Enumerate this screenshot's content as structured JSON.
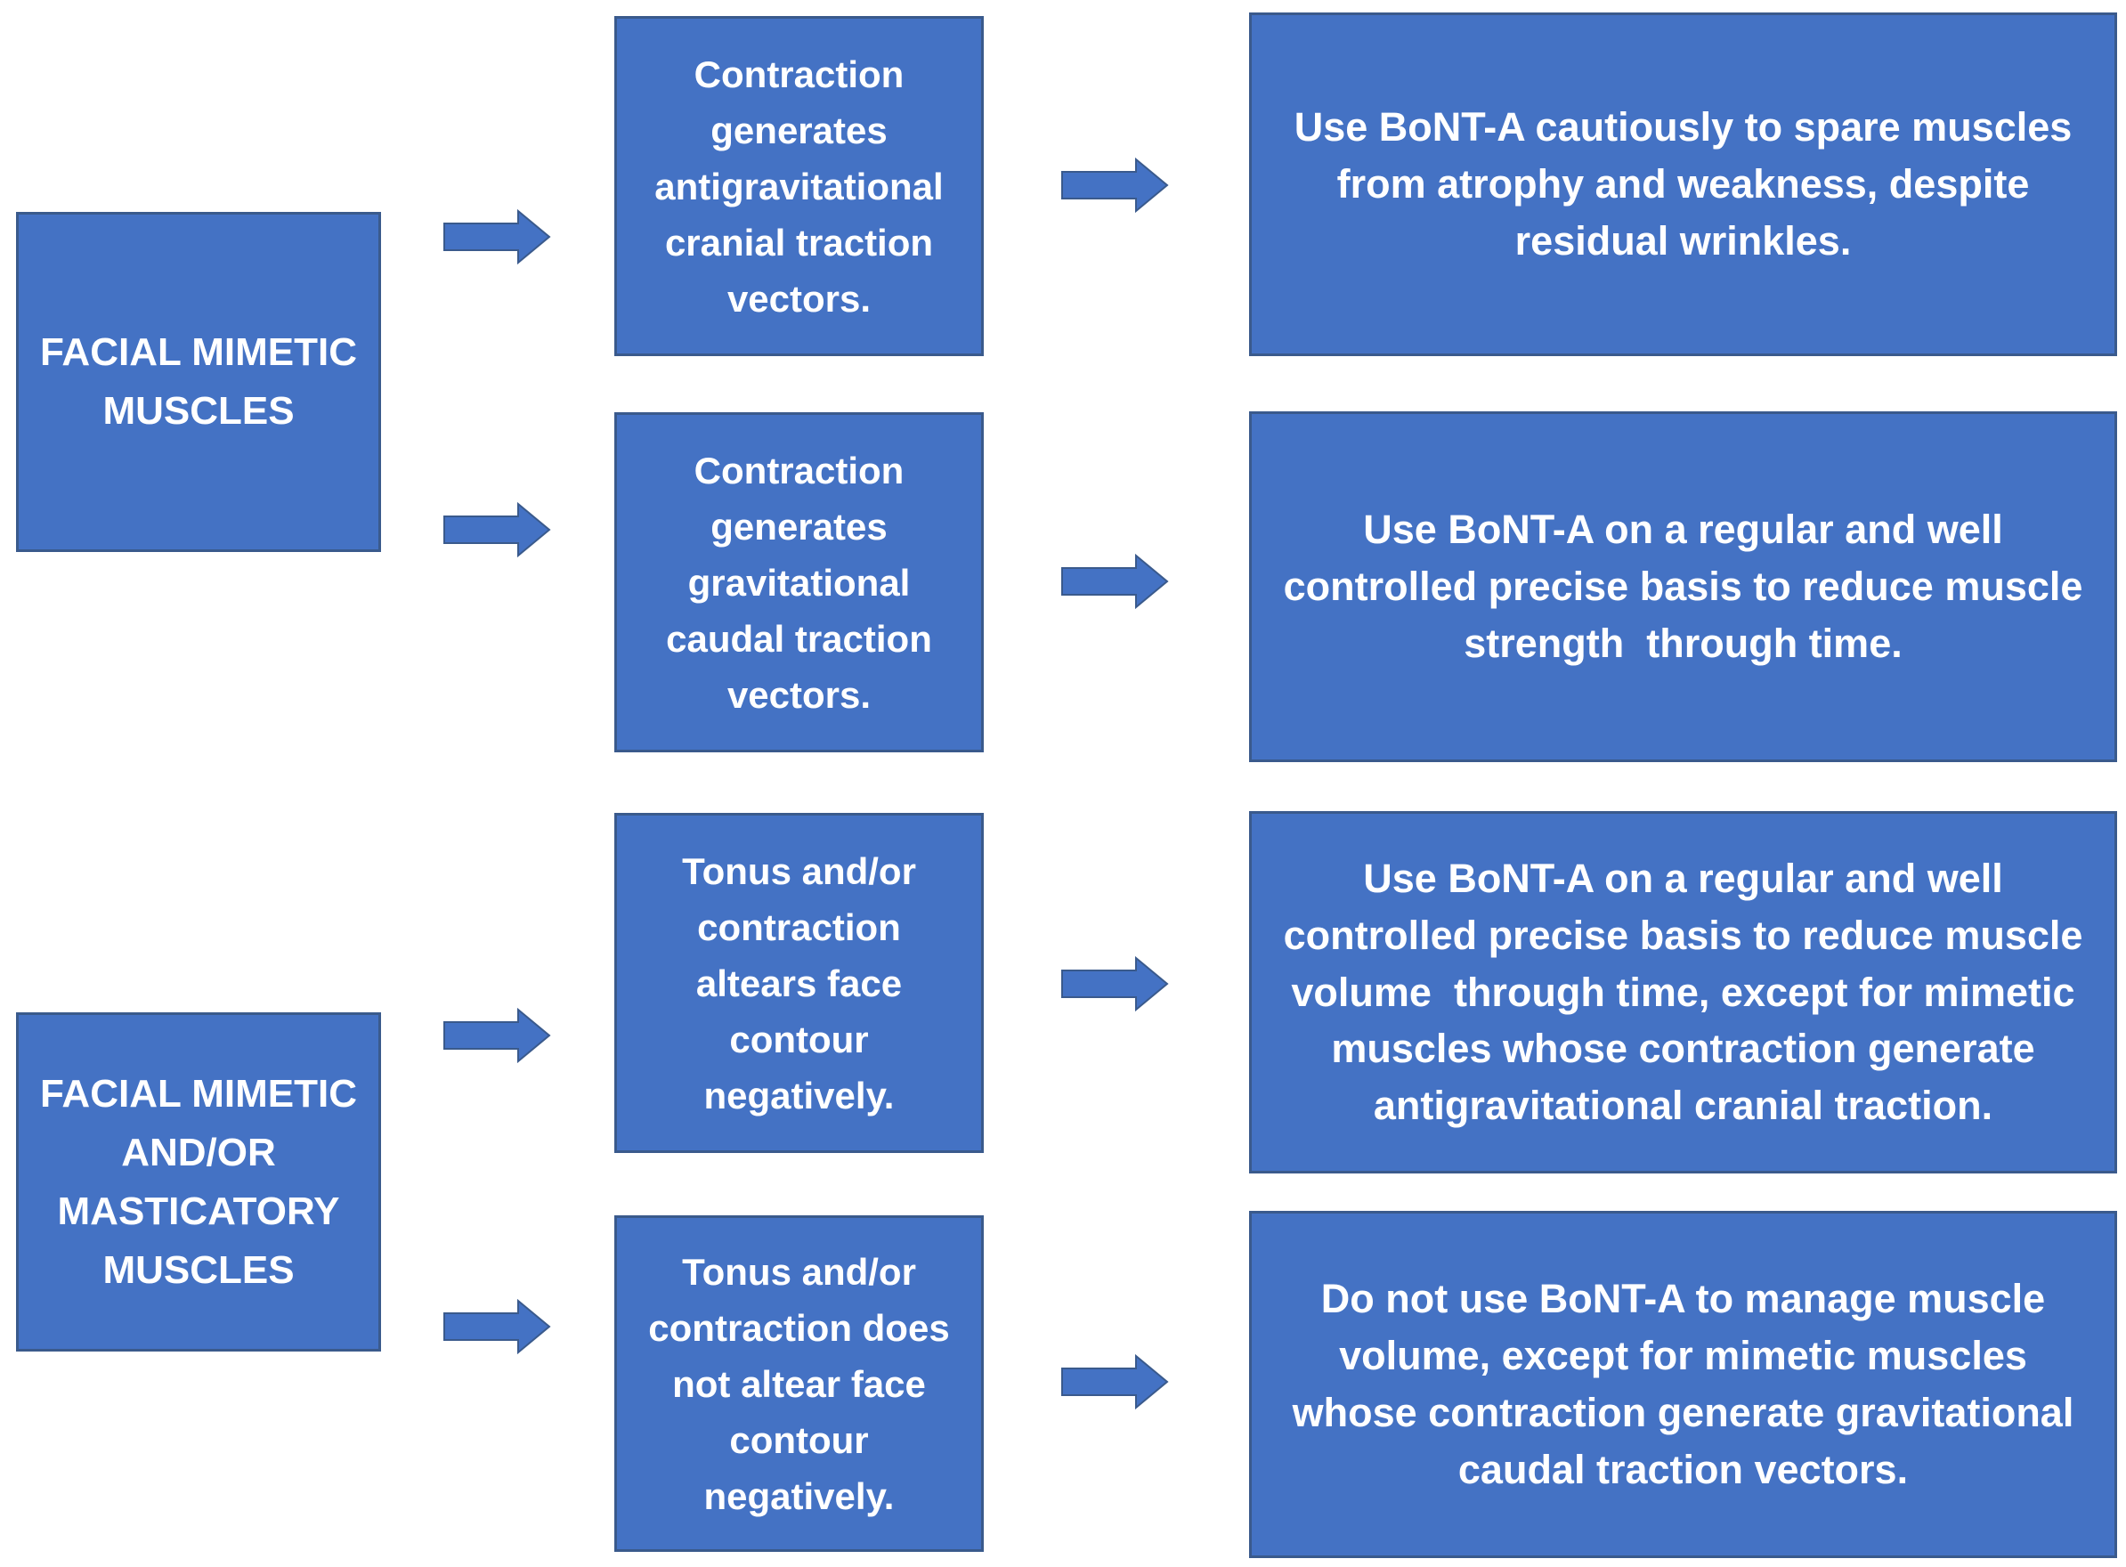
{
  "figure": {
    "title": "Facial muscles BoNT-A treatment decision flowchart",
    "colors": {
      "node_fill": "#4472C4",
      "node_border": "#3a5a8c",
      "text_color": "#ffffff",
      "background": "#ffffff"
    },
    "left_nodes": [
      {
        "label": "FACIAL MIMETIC MUSCLES"
      },
      {
        "label": "FACIAL MIMETIC AND/OR MASTICATORY MUSCLES"
      }
    ],
    "middle_nodes": [
      {
        "label": "Contraction generates antigravitational cranial traction vectors."
      },
      {
        "label": "Contraction generates gravitational caudal traction vectors."
      },
      {
        "label": "Tonus and/or contraction altears face contour negatively."
      },
      {
        "label": "Tonus and/or contraction does not altear face contour negatively."
      }
    ],
    "right_nodes": [
      {
        "label": "Use BoNT-A cautiously to spare muscles from atrophy and weakness, despite residual wrinkles."
      },
      {
        "label": "Use BoNT-A on a regular and well controlled precise basis to reduce muscle strength  through time."
      },
      {
        "label": "Use BoNT-A on a regular and well controlled precise basis to reduce muscle volume  through time, except for mimetic muscles whose contraction generate antigravitational cranial traction."
      },
      {
        "label": "Do not use BoNT-A to manage muscle volume, except for mimetic muscles whose contraction generate gravitational caudal traction vectors."
      }
    ]
  }
}
